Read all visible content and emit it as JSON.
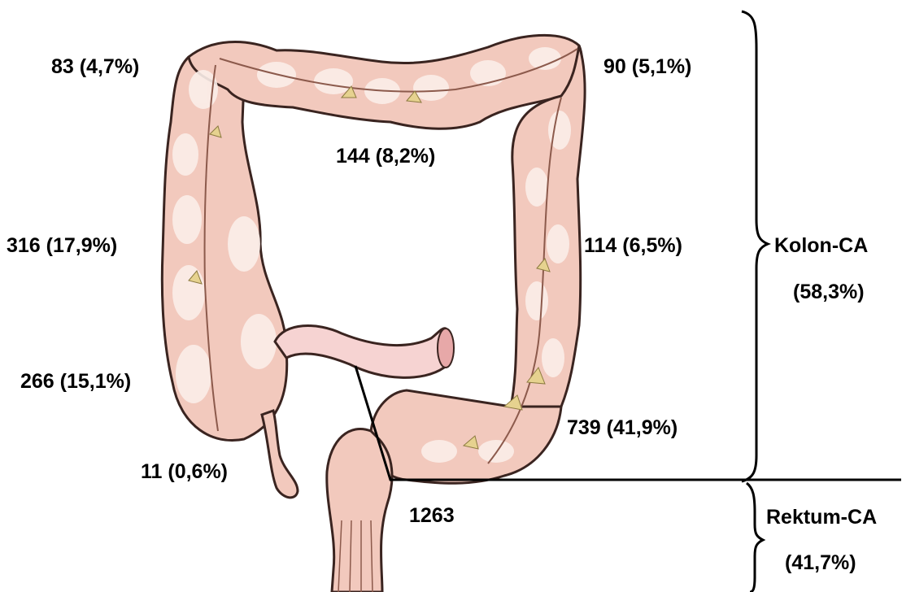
{
  "labels": {
    "hepatic_flexure": "83 (4,7%)",
    "splenic_flexure": "90 (5,1%)",
    "transverse": "144 (8,2%)",
    "ascending": "316 (17,9%)",
    "descending": "114 (6,5%)",
    "cecum": "266 (15,1%)",
    "sigmoid": "739 (41,9%)",
    "appendix": "11 (0,6%)",
    "rectum": "1263"
  },
  "groups": {
    "colon": {
      "name": "Kolon-CA",
      "percent": "(58,3%)"
    },
    "rectum": {
      "name": "Rektum-CA",
      "percent": "(41,7%)"
    }
  },
  "colors": {
    "tissue": "#f2c9bd",
    "tissue_shadow": "#cf9a89",
    "outline": "#3a2420",
    "haustra_highlight": "#fbeee9",
    "ileum": "#f6d3d2",
    "vessel": "#e6d28f",
    "ink": "#000000"
  }
}
